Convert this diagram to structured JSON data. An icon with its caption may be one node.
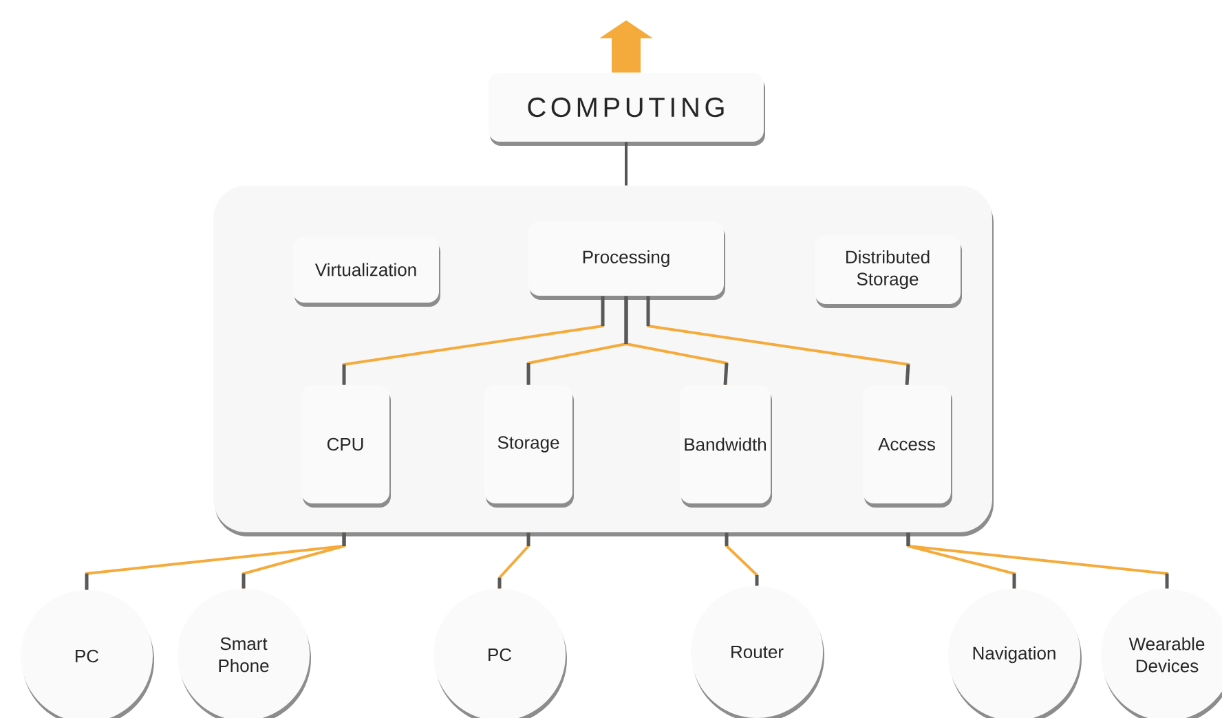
{
  "diagram": {
    "nodes": [
      {
        "text": [
          "COMPUTING"
        ]
      },
      {
        "text": [],
        "shape": "box"
      },
      {
        "text": [
          "Virtualization"
        ],
        "in": 1
      },
      {
        "text": [
          "Processing"
        ],
        "in": 1
      },
      {
        "text": [
          "Distributed Storage"
        ],
        "in": 1
      },
      {
        "text": [
          "CPU"
        ],
        "in": 1
      },
      {
        "text": [
          "Storage"
        ],
        "in": 1
      },
      {
        "text": [
          "Bandwidth"
        ],
        "in": 1
      },
      {
        "text": [
          "Access"
        ],
        "in": 1
      },
      {
        "text": [
          "PC"
        ]
      },
      {
        "text": [
          "Smart Phone"
        ]
      },
      {
        "text": [
          "PC"
        ]
      },
      {
        "text": [
          "Router"
        ]
      },
      {
        "text": [
          "Navigation"
        ]
      },
      {
        "text": [
          "Wearable Devices"
        ]
      }
    ],
    "edges": [
      {
        "from": 0,
        "to": null,
        "arrow": "to",
        "style": "thick"
      },
      {
        "from": 0,
        "to": 1,
        "arrow": "none",
        "color": "#555555"
      },
      {
        "from": 3,
        "to": 5,
        "arrow": "none"
      },
      {
        "from": 3,
        "to": 6,
        "arrow": "none"
      },
      {
        "from": 3,
        "to": 7,
        "arrow": "none"
      },
      {
        "from": 3,
        "to": 8,
        "arrow": "none"
      },
      {
        "from": 1,
        "to": 9,
        "arrow": "none"
      },
      {
        "from": 1,
        "to": 10,
        "arrow": "none"
      },
      {
        "from": 1,
        "to": 11,
        "arrow": "none"
      },
      {
        "from": 1,
        "to": 12,
        "arrow": "none"
      },
      {
        "from": 1,
        "to": 13,
        "arrow": "none"
      },
      {
        "from": 1,
        "to": 14,
        "arrow": "none"
      }
    ]
  }
}
